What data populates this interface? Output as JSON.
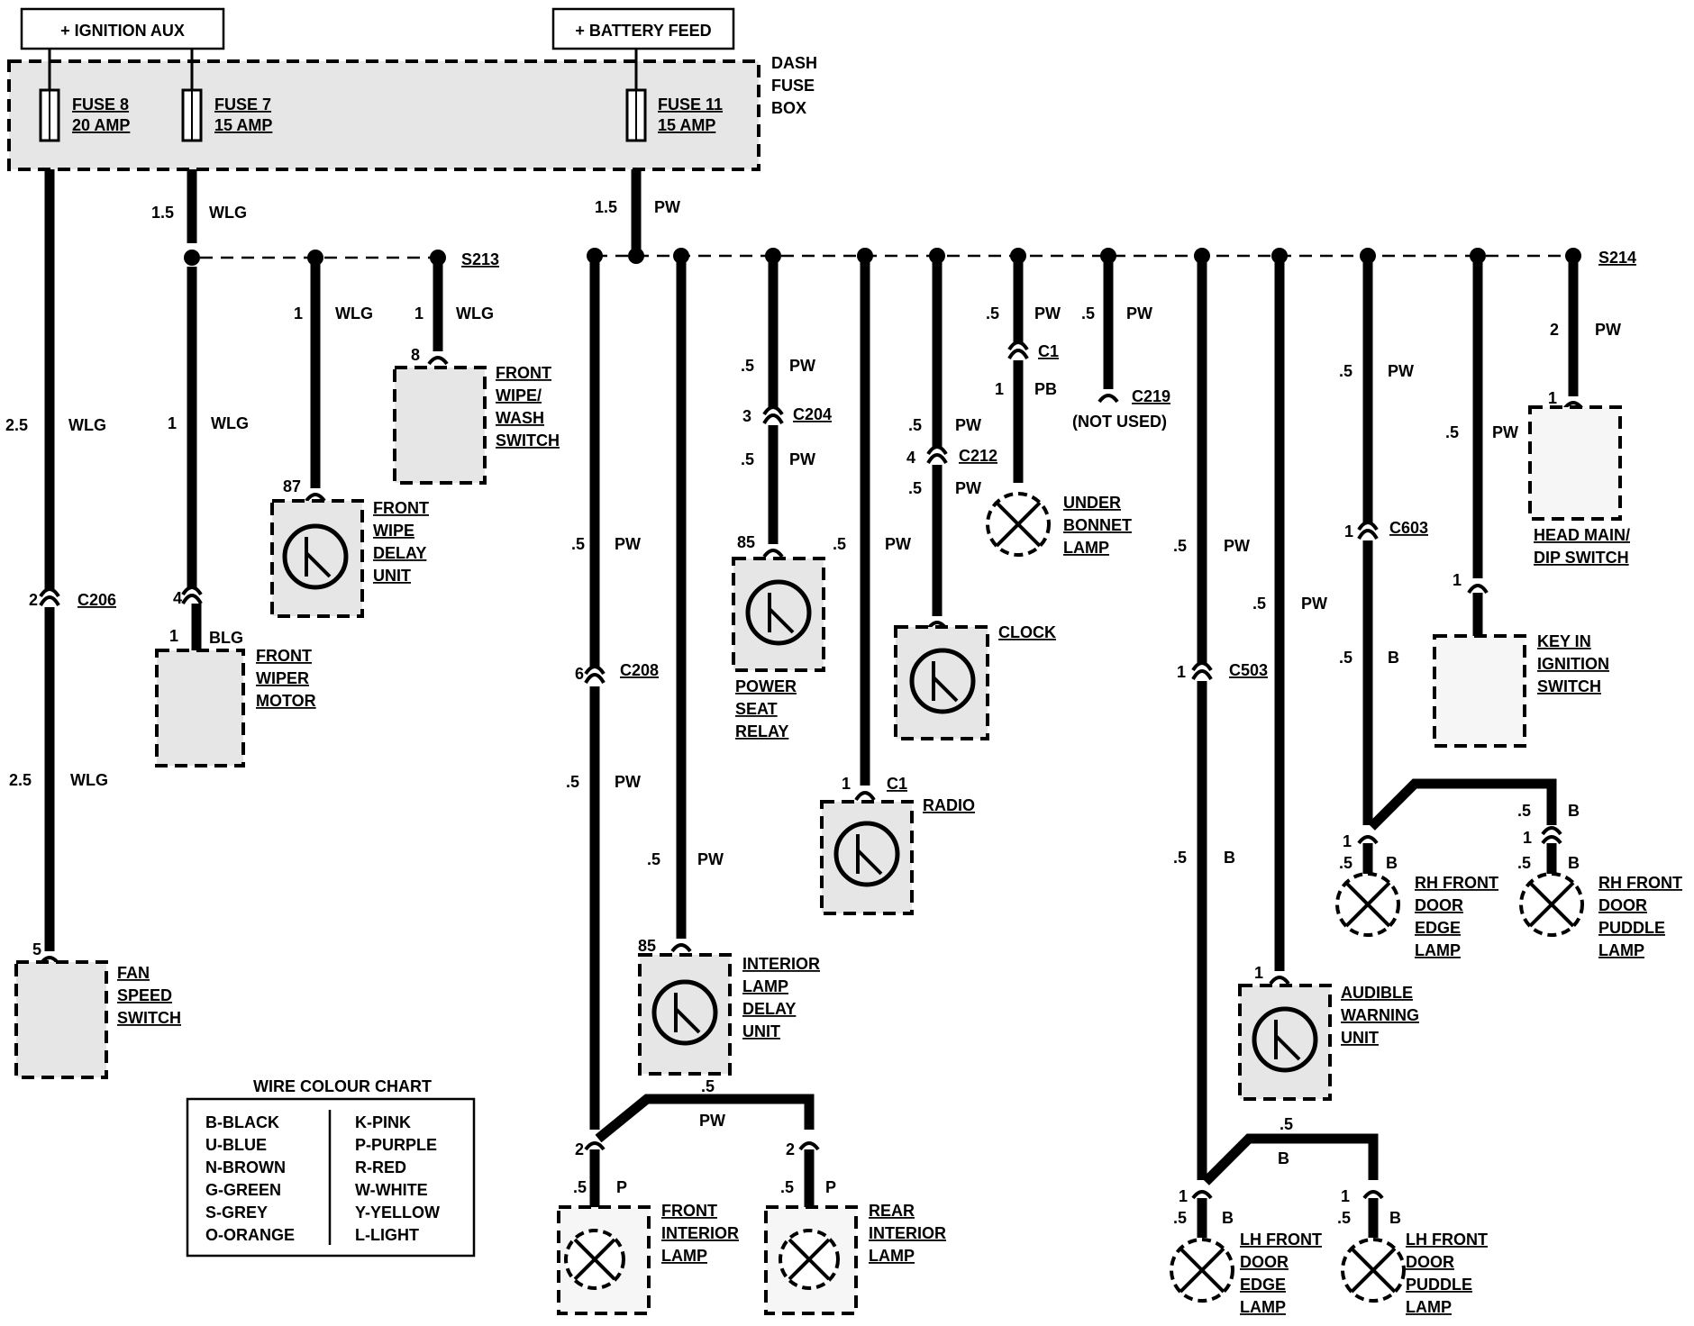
{
  "supplies": {
    "ignition_aux": "+ IGNITION AUX",
    "battery_feed": "+ BATTERY FEED"
  },
  "fuse_box": {
    "label": [
      "DASH",
      "FUSE",
      "BOX"
    ],
    "fuses": [
      {
        "name": "FUSE 8",
        "rating": "20 AMP"
      },
      {
        "name": "FUSE 7",
        "rating": "15 AMP"
      },
      {
        "name": "FUSE 11",
        "rating": "15 AMP"
      }
    ]
  },
  "splices": {
    "s213": "S213",
    "s214": "S214"
  },
  "wires": [
    {
      "id": "w-fan-top",
      "size": "2.5",
      "color": "WLG"
    },
    {
      "id": "w-fan-bot",
      "size": "2.5",
      "color": "WLG"
    },
    {
      "id": "w-fuse7",
      "size": "1.5",
      "color": "WLG"
    },
    {
      "id": "w-wipermotor",
      "size": "1",
      "color": "WLG"
    },
    {
      "id": "w-wipermotor-2",
      "size": "1",
      "color": "BLG"
    },
    {
      "id": "w-delay",
      "size": "1",
      "color": "WLG"
    },
    {
      "id": "w-switch",
      "size": "1",
      "color": "WLG"
    },
    {
      "id": "w-fuse11",
      "size": "1.5",
      "color": "PW"
    },
    {
      "id": "w-frontint-a",
      "size": ".5",
      "color": "PW"
    },
    {
      "id": "w-frontint-b",
      "size": ".5",
      "color": "PW"
    },
    {
      "id": "w-rearint",
      "size": ".5",
      "color": "PW"
    },
    {
      "id": "w-intdelay",
      "size": ".5",
      "color": "PW"
    },
    {
      "id": "w-powerseat-a",
      "size": ".5",
      "color": "PW"
    },
    {
      "id": "w-powerseat-b",
      "size": ".5",
      "color": "PW"
    },
    {
      "id": "w-radio",
      "size": ".5",
      "color": "PW"
    },
    {
      "id": "w-clock-a",
      "size": ".5",
      "color": "PW"
    },
    {
      "id": "w-clock-b",
      "size": ".5",
      "color": "PW"
    },
    {
      "id": "w-bonnet-a",
      "size": ".5",
      "color": "PW"
    },
    {
      "id": "w-bonnet-b",
      "size": "1",
      "color": "PB"
    },
    {
      "id": "w-c219",
      "size": ".5",
      "color": "PW"
    },
    {
      "id": "w-lhfront",
      "size": ".5",
      "color": "PW"
    },
    {
      "id": "w-lhfront-b",
      "size": ".5",
      "color": "B"
    },
    {
      "id": "w-audible",
      "size": ".5",
      "color": "PW"
    },
    {
      "id": "w-c603",
      "size": ".5",
      "color": "PW"
    },
    {
      "id": "w-c603-b",
      "size": ".5",
      "color": "B"
    },
    {
      "id": "w-keyin",
      "size": ".5",
      "color": "PW"
    },
    {
      "id": "w-headmain",
      "size": "2",
      "color": "PW"
    },
    {
      "id": "w-front-lamp",
      "size": ".5",
      "color": "P"
    },
    {
      "id": "w-rear-lamp",
      "size": ".5",
      "color": "P"
    },
    {
      "id": "w-bridge-int",
      "size": ".5",
      "color": "PW"
    },
    {
      "id": "w-bridge-lh",
      "size": ".5",
      "color": "B"
    },
    {
      "id": "w-rh-edge",
      "size": ".5",
      "color": "B"
    },
    {
      "id": "w-rh-puddle-a",
      "size": ".5",
      "color": "B"
    },
    {
      "id": "w-rh-puddle-b",
      "size": ".5",
      "color": "B"
    },
    {
      "id": "w-lh-edge",
      "size": ".5",
      "color": "B"
    },
    {
      "id": "w-lh-puddle",
      "size": ".5",
      "color": "B"
    }
  ],
  "connectors": {
    "c206": "C206",
    "c208": "C208",
    "c204": "C204",
    "c212": "C212",
    "c1": "C1",
    "c1_radio": "C1",
    "c219": "C219",
    "not_used": "(NOT USED)",
    "c503": "C503",
    "c603": "C603"
  },
  "pins": {
    "fan": "5",
    "c206": "2",
    "wipermotor_c": "4",
    "wipermotor": "1",
    "delay": "87",
    "switch": "8",
    "c208": "6",
    "intdelay": "85",
    "c204": "3",
    "powerseat": "85",
    "radio": "1",
    "c212": "4",
    "c1": "1",
    "headmain": "1",
    "keyin": "1",
    "c603": "1",
    "c503": "1",
    "audible": "1",
    "front_lamp": "2",
    "rear_lamp": "2",
    "rh_edge": "1",
    "rh_puddle": "1",
    "lh_edge": "1",
    "lh_puddle": "1"
  },
  "components": {
    "fan_speed_switch": [
      "FAN",
      "SPEED",
      "SWITCH"
    ],
    "front_wiper_motor": [
      "FRONT",
      "WIPER",
      "MOTOR"
    ],
    "front_wipe_delay": [
      "FRONT",
      "WIPE",
      "DELAY",
      "UNIT"
    ],
    "front_wipe_wash": [
      "FRONT",
      "WIPE/",
      "WASH",
      "SWITCH"
    ],
    "power_seat_relay": [
      "POWER",
      "SEAT",
      "RELAY"
    ],
    "radio": [
      "RADIO"
    ],
    "clock": [
      "CLOCK"
    ],
    "under_bonnet_lamp": [
      "UNDER",
      "BONNET",
      "LAMP"
    ],
    "interior_lamp_delay": [
      "INTERIOR",
      "LAMP",
      "DELAY",
      "UNIT"
    ],
    "front_interior_lamp": [
      "FRONT",
      "INTERIOR",
      "LAMP"
    ],
    "rear_interior_lamp": [
      "REAR",
      "INTERIOR",
      "LAMP"
    ],
    "audible_warning": [
      "AUDIBLE",
      "WARNING",
      "UNIT"
    ],
    "head_main_dip": [
      "HEAD MAIN/",
      "DIP SWITCH"
    ],
    "key_in_ignition": [
      "KEY IN",
      "IGNITION",
      "SWITCH"
    ],
    "rh_front_door_edge": [
      "RH FRONT",
      "DOOR",
      "EDGE",
      "LAMP"
    ],
    "rh_front_door_puddle": [
      "RH FRONT",
      "DOOR",
      "PUDDLE",
      "LAMP"
    ],
    "lh_front_door_edge": [
      "LH FRONT",
      "DOOR",
      "EDGE",
      "LAMP"
    ],
    "lh_front_door_puddle": [
      "LH FRONT",
      "DOOR",
      "PUDDLE",
      "LAMP"
    ]
  },
  "colour_chart": {
    "title": "WIRE COLOUR CHART",
    "left": [
      "B-BLACK",
      "U-BLUE",
      "N-BROWN",
      "G-GREEN",
      "S-GREY",
      "O-ORANGE"
    ],
    "right": [
      "K-PINK",
      "P-PURPLE",
      "R-RED",
      "W-WHITE",
      "Y-YELLOW",
      "L-LIGHT"
    ]
  }
}
